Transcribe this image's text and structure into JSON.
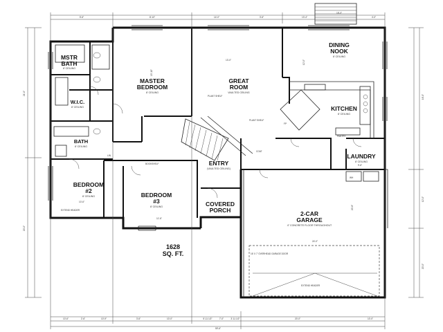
{
  "rooms": {
    "master_bath": {
      "line1": "MSTR",
      "line2": "BATH",
      "ceiling": "8' CEILING"
    },
    "master_bedroom": {
      "line1": "MASTER",
      "line2": "BEDROOM",
      "ceiling": "8' CEILING"
    },
    "great_room": {
      "line1": "GREAT",
      "line2": "ROOM",
      "ceiling": "VAULTED CEILING"
    },
    "dining_nook": {
      "line1": "DINING",
      "line2": "NOOK",
      "ceiling": "8' CEILING"
    },
    "kitchen": {
      "line1": "KITCHEN",
      "ceiling": "8' CEILING"
    },
    "wic": {
      "line1": "W.I.C.",
      "ceiling": "8' CEILING"
    },
    "bath": {
      "line1": "BATH",
      "ceiling": "8' CEILING"
    },
    "bedroom2": {
      "line1": "BEDROOM",
      "line2": "#2",
      "ceiling": "8' CEILING"
    },
    "bedroom3": {
      "line1": "BEDROOM",
      "line2": "#3",
      "ceiling": "8' CEILING"
    },
    "entry": {
      "line1": "ENTRY",
      "ceiling": "(VAULTED CEILING)"
    },
    "covered_porch": {
      "line1": "COVERED",
      "line2": "PORCH"
    },
    "laundry": {
      "line1": "LAUNDRY",
      "ceiling": "8' CEILING"
    },
    "garage": {
      "line1": "2-CAR",
      "line2": "GARAGE",
      "note": "4\" CONCRETE FLOOR THROUGHOUT"
    }
  },
  "area": {
    "line1": "1628",
    "line2": "SQ. FT."
  },
  "notes": {
    "plant_shelf": "PLANT SHELF",
    "plant_shelf2": "PLANT SHELF",
    "coat": "COAT",
    "linen": "LIN.",
    "pantry": "PANTRY",
    "water_heater": "WH",
    "overhead_door": "16' X 7' OVERHEAD GARAGE DOOR",
    "bookshelf": "BOOKSHELF",
    "extend_header": "EXTEND HEADER",
    "extend_header2": "EXTEND HEADER",
    "gas_fp": "FP"
  },
  "dimensions": {
    "top": [
      "5'-6\"",
      "8'-10\"",
      "14'-0\"",
      "3'-6\"",
      "13'-4\"",
      "18'-0\"",
      "4'-0\""
    ],
    "bottom": [
      "10'-6\"",
      "2'-6\"",
      "10'-9\"",
      "3'-6\"",
      "10'-0\"",
      "5'-11 1/2\"",
      "7'-0\"",
      "3'-11 1/2\"",
      "20'-0\"",
      "10'-0\""
    ],
    "total": "59'-6\"",
    "left": [
      "21'-0\"",
      "20'-0\""
    ],
    "right": [
      "16'-0\"",
      "12'-0\"",
      "20'-0\""
    ],
    "interior": [
      "15'-10\"",
      "13'-0\"",
      "12'-0\"",
      "10'-6\"",
      "11'-6\"",
      "9'-6\"",
      "24'-0\"",
      "20'-8\""
    ]
  }
}
